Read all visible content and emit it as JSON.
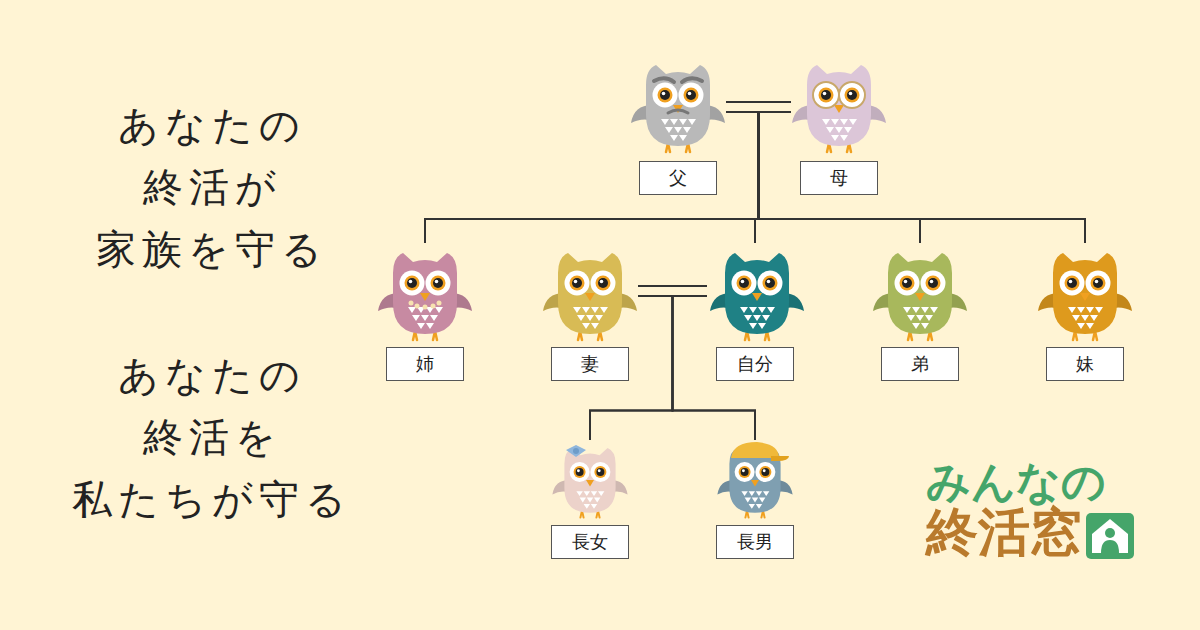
{
  "diagram": {
    "nodes": [
      {
        "text": [
          "父"
        ]
      },
      {
        "text": [
          "母"
        ]
      },
      {
        "text": [
          "姉"
        ]
      },
      {
        "text": [
          "妻"
        ]
      },
      {
        "text": [
          "自分"
        ]
      },
      {
        "text": [
          "弟"
        ]
      },
      {
        "text": [
          "妹"
        ]
      },
      {
        "text": [
          "長女"
        ]
      },
      {
        "text": [
          "長男"
        ]
      }
    ],
    "edges": [
      {
        "from": 0,
        "to": 1,
        "arrow": "none"
      },
      {
        "from": 0,
        "to": 2,
        "arrow": "none"
      },
      {
        "from": 0,
        "to": 4,
        "arrow": "none"
      },
      {
        "from": 0,
        "to": 5,
        "arrow": "none"
      },
      {
        "from": 0,
        "to": 6,
        "arrow": "none"
      },
      {
        "from": 1,
        "to": 2,
        "arrow": "none"
      },
      {
        "from": 1,
        "to": 4,
        "arrow": "none"
      },
      {
        "from": 1,
        "to": 5,
        "arrow": "none"
      },
      {
        "from": 1,
        "to": 6,
        "arrow": "none"
      },
      {
        "from": 3,
        "to": 4,
        "arrow": "none"
      },
      {
        "from": 3,
        "to": 7,
        "arrow": "none"
      },
      {
        "from": 3,
        "to": 8,
        "arrow": "none"
      },
      {
        "from": 4,
        "to": 7,
        "arrow": "none"
      },
      {
        "from": 4,
        "to": 8,
        "arrow": "none"
      }
    ],
    "labels": [
      "あなたの 終活が 家族を守る",
      "あなたの 終活を 私たちが守る",
      "みんなの",
      "終活窓"
    ]
  }
}
